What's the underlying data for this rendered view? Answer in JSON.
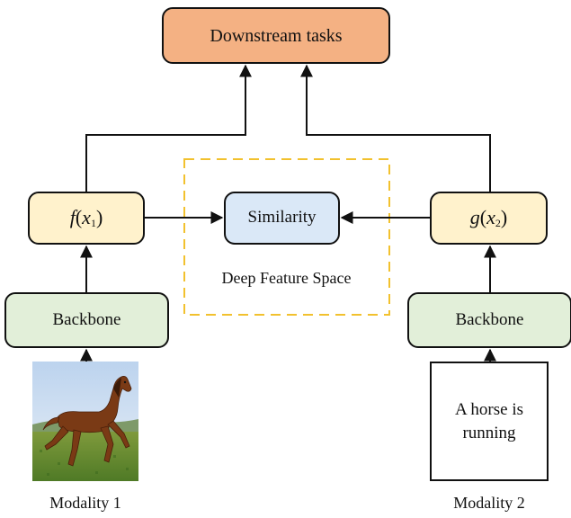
{
  "nodes": {
    "downstream": "Downstream tasks",
    "similarity": "Similarity",
    "feature_space": "Deep Feature Space",
    "f_func": "f",
    "f_arg": "x",
    "f_sub": "1",
    "g_func": "g",
    "g_arg": "x",
    "g_sub": "2",
    "backbone_left": "Backbone",
    "backbone_right": "Backbone",
    "text_input": "A horse is running",
    "modality_1": "Modality 1",
    "modality_2": "Modality 2"
  },
  "image": {
    "subject": "running chestnut horse on grass field"
  },
  "colors": {
    "downstream": "#f4b183",
    "feature_box": "#fff2cc",
    "similarity": "#dae8f7",
    "backbone": "#e2efd9",
    "dashed_region": "#f2c12e",
    "line": "#111111"
  }
}
